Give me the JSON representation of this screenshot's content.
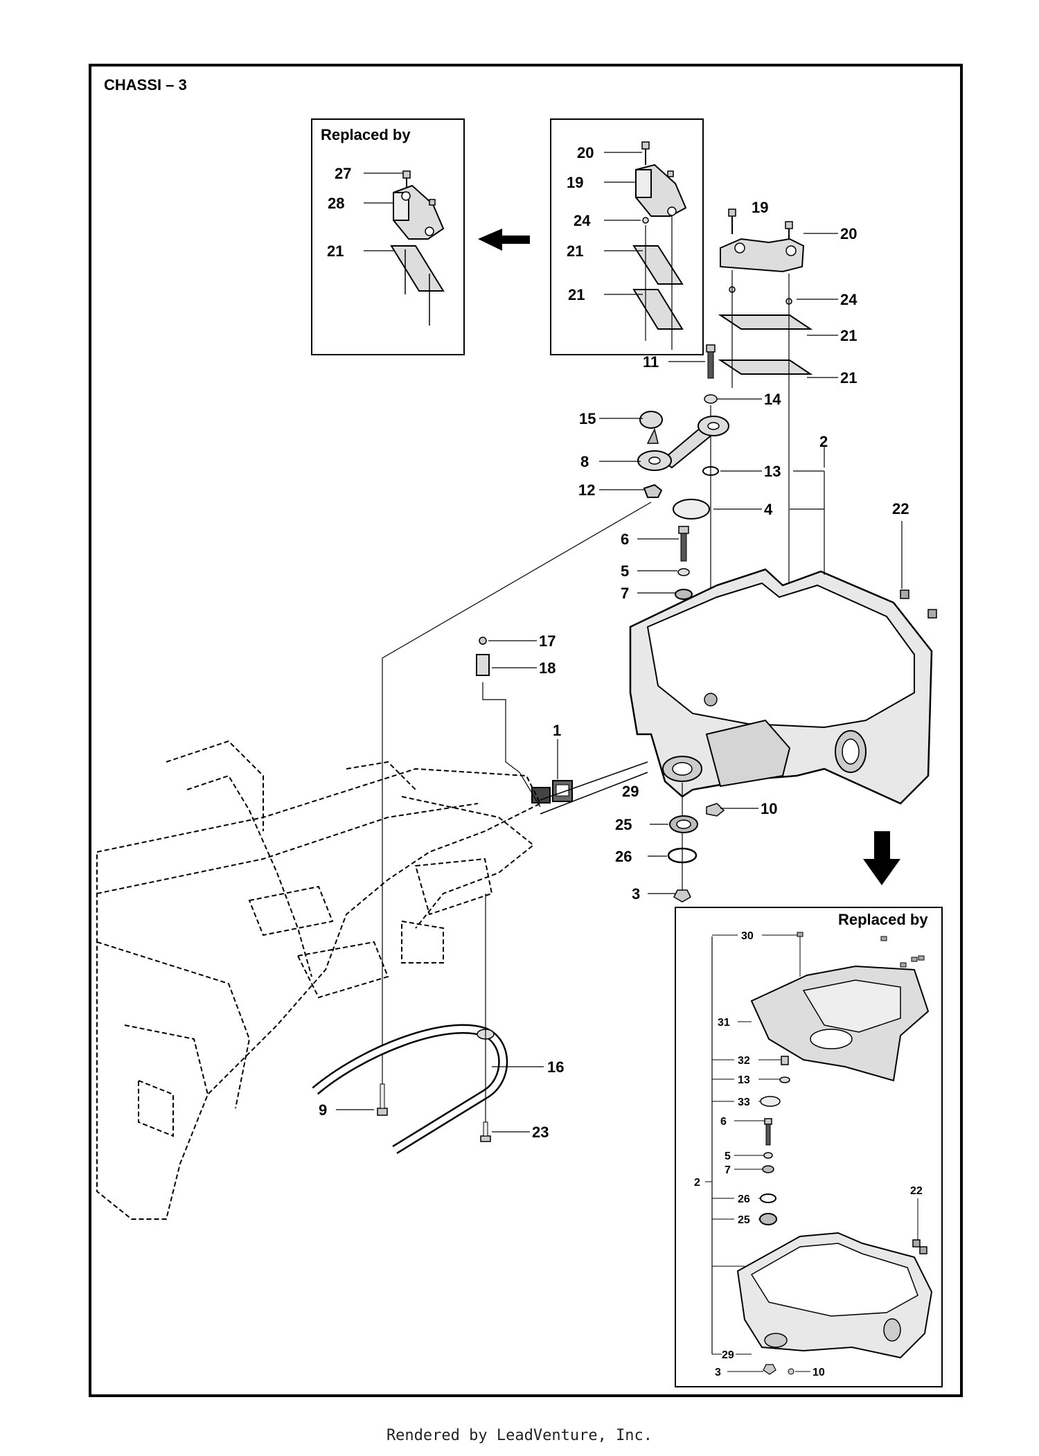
{
  "diagram": {
    "title": "CHASSI – 3",
    "replaced_by_label": "Replaced by",
    "footer": "Rendered by LeadVenture, Inc.",
    "callouts_main": [
      {
        "id": "c20a",
        "label": "20"
      },
      {
        "id": "c19a",
        "label": "19"
      },
      {
        "id": "c24a",
        "label": "24"
      },
      {
        "id": "c21a",
        "label": "21"
      },
      {
        "id": "c21b",
        "label": "21"
      },
      {
        "id": "c27",
        "label": "27"
      },
      {
        "id": "c28",
        "label": "28"
      },
      {
        "id": "c21c",
        "label": "21"
      },
      {
        "id": "c19b",
        "label": "19"
      },
      {
        "id": "c20b",
        "label": "20"
      },
      {
        "id": "c24b",
        "label": "24"
      },
      {
        "id": "c21d",
        "label": "21"
      },
      {
        "id": "c21e",
        "label": "21"
      },
      {
        "id": "c11",
        "label": "11"
      },
      {
        "id": "c14",
        "label": "14"
      },
      {
        "id": "c15",
        "label": "15"
      },
      {
        "id": "c2",
        "label": "2"
      },
      {
        "id": "c8",
        "label": "8"
      },
      {
        "id": "c13",
        "label": "13"
      },
      {
        "id": "c12",
        "label": "12"
      },
      {
        "id": "c4",
        "label": "4"
      },
      {
        "id": "c22",
        "label": "22"
      },
      {
        "id": "c6",
        "label": "6"
      },
      {
        "id": "c5",
        "label": "5"
      },
      {
        "id": "c7",
        "label": "7"
      },
      {
        "id": "c17",
        "label": "17"
      },
      {
        "id": "c18",
        "label": "18"
      },
      {
        "id": "c1",
        "label": "1"
      },
      {
        "id": "c29",
        "label": "29"
      },
      {
        "id": "c10",
        "label": "10"
      },
      {
        "id": "c25",
        "label": "25"
      },
      {
        "id": "c26",
        "label": "26"
      },
      {
        "id": "c3",
        "label": "3"
      },
      {
        "id": "c16",
        "label": "16"
      },
      {
        "id": "c9",
        "label": "9"
      },
      {
        "id": "c23",
        "label": "23"
      }
    ],
    "callouts_inset": [
      {
        "id": "i30",
        "label": "30"
      },
      {
        "id": "i31",
        "label": "31"
      },
      {
        "id": "i32",
        "label": "32"
      },
      {
        "id": "i13",
        "label": "13"
      },
      {
        "id": "i33",
        "label": "33"
      },
      {
        "id": "i6",
        "label": "6"
      },
      {
        "id": "i5",
        "label": "5"
      },
      {
        "id": "i7",
        "label": "7"
      },
      {
        "id": "i2",
        "label": "2"
      },
      {
        "id": "i26",
        "label": "26"
      },
      {
        "id": "i22",
        "label": "22"
      },
      {
        "id": "i25",
        "label": "25"
      },
      {
        "id": "i29",
        "label": "29"
      },
      {
        "id": "i3",
        "label": "3"
      },
      {
        "id": "i10",
        "label": "10"
      }
    ]
  }
}
